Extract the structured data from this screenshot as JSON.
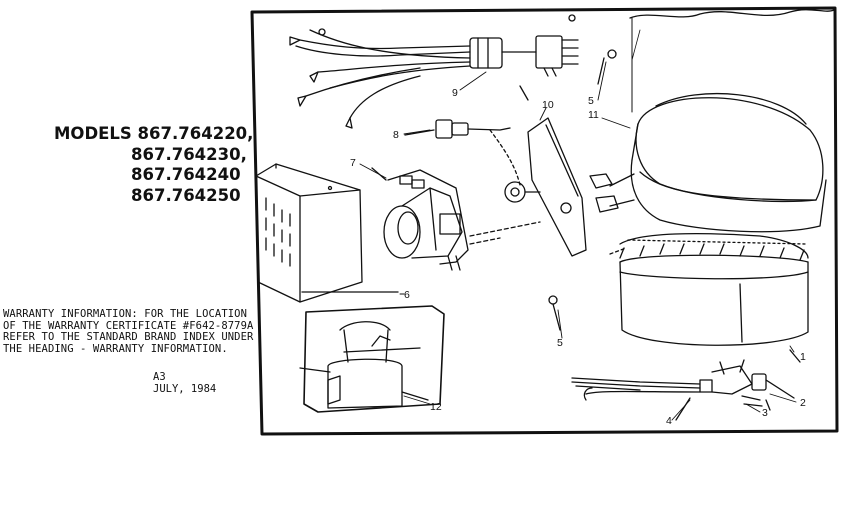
{
  "models": {
    "line1": "MODELS 867.764220,",
    "line2": "867.764230,",
    "line3": "867.764240",
    "line4": "867.764250"
  },
  "warranty": {
    "line1": "WARRANTY INFORMATION: FOR THE LOCATION",
    "line2": "OF THE WARRANTY CERTIFICATE #F642-8779A",
    "line3": "REFER TO THE STANDARD BRAND INDEX UNDER",
    "line4": "THE HEADING - WARRANTY INFORMATION."
  },
  "drawing_code": "A3",
  "date": "JULY, 1984",
  "part_numbers": {
    "p1": "1",
    "p2": "2",
    "p3": "3",
    "p4": "4",
    "p5a": "5",
    "p5b": "5",
    "p6": "6",
    "p7": "7",
    "p8": "8",
    "p9": "9",
    "p10": "10",
    "p11": "11",
    "p12": "12"
  }
}
